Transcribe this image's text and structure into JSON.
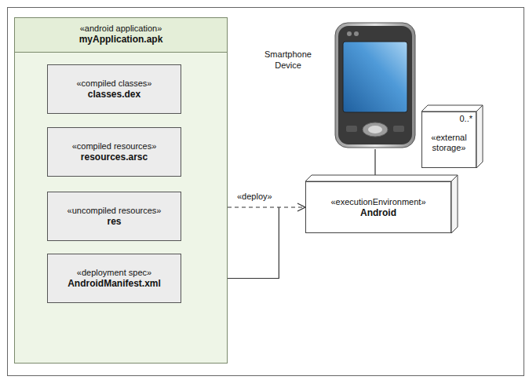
{
  "diagram": {
    "nodes": [
      {
        "text": [
          "«android application»",
          "myApplication.apk"
        ]
      },
      {
        "text": [
          "«compiled classes»",
          "classes.dex"
        ],
        "in": 0
      },
      {
        "text": [
          "«compiled resources»",
          "resources.arsc"
        ],
        "in": 0
      },
      {
        "text": [
          "«uncompiled resources»",
          "res"
        ],
        "in": 0
      },
      {
        "text": [
          "«deployment spec»",
          "AndroidManifest.xml"
        ],
        "in": 0
      },
      {
        "text": [
          "Smartphone Device"
        ]
      },
      {
        "text": [
          "0..*",
          "«external storage»"
        ]
      },
      {
        "text": [
          "«executionEnvironment»",
          "Android"
        ]
      }
    ],
    "edges": [
      {
        "from": 0,
        "to": 7,
        "arrow": "to",
        "label": "«deploy»"
      },
      {
        "from": 5,
        "to": 7,
        "arrow": "none"
      }
    ]
  }
}
